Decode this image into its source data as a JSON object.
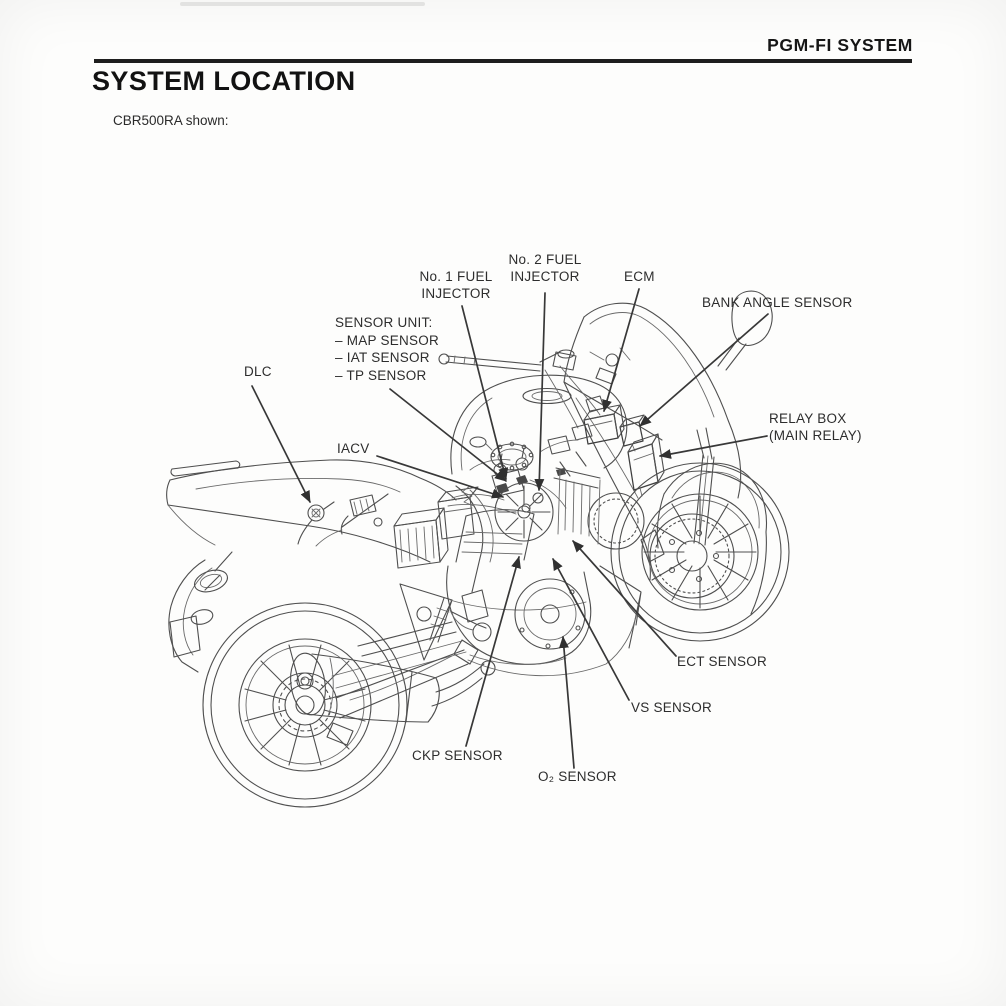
{
  "header": {
    "system_label": "PGM-FI SYSTEM"
  },
  "page": {
    "title": "SYSTEM LOCATION",
    "caption": "CBR500RA shown:"
  },
  "labels": {
    "no1_injector": "No. 1 FUEL\nINJECTOR",
    "no2_injector": "No. 2 FUEL\nINJECTOR",
    "ecm": "ECM",
    "bank_angle_sensor": "BANK ANGLE SENSOR",
    "sensor_unit": "SENSOR UNIT:\n– MAP SENSOR\n– IAT SENSOR\n– TP SENSOR",
    "dlc": "DLC",
    "iacv": "IACV",
    "relay_box": "RELAY BOX\n(MAIN RELAY)",
    "ect_sensor": "ECT SENSOR",
    "vs_sensor": "VS SENSOR",
    "ckp_sensor": "CKP SENSOR",
    "o2_sensor": "O₂ SENSOR"
  }
}
